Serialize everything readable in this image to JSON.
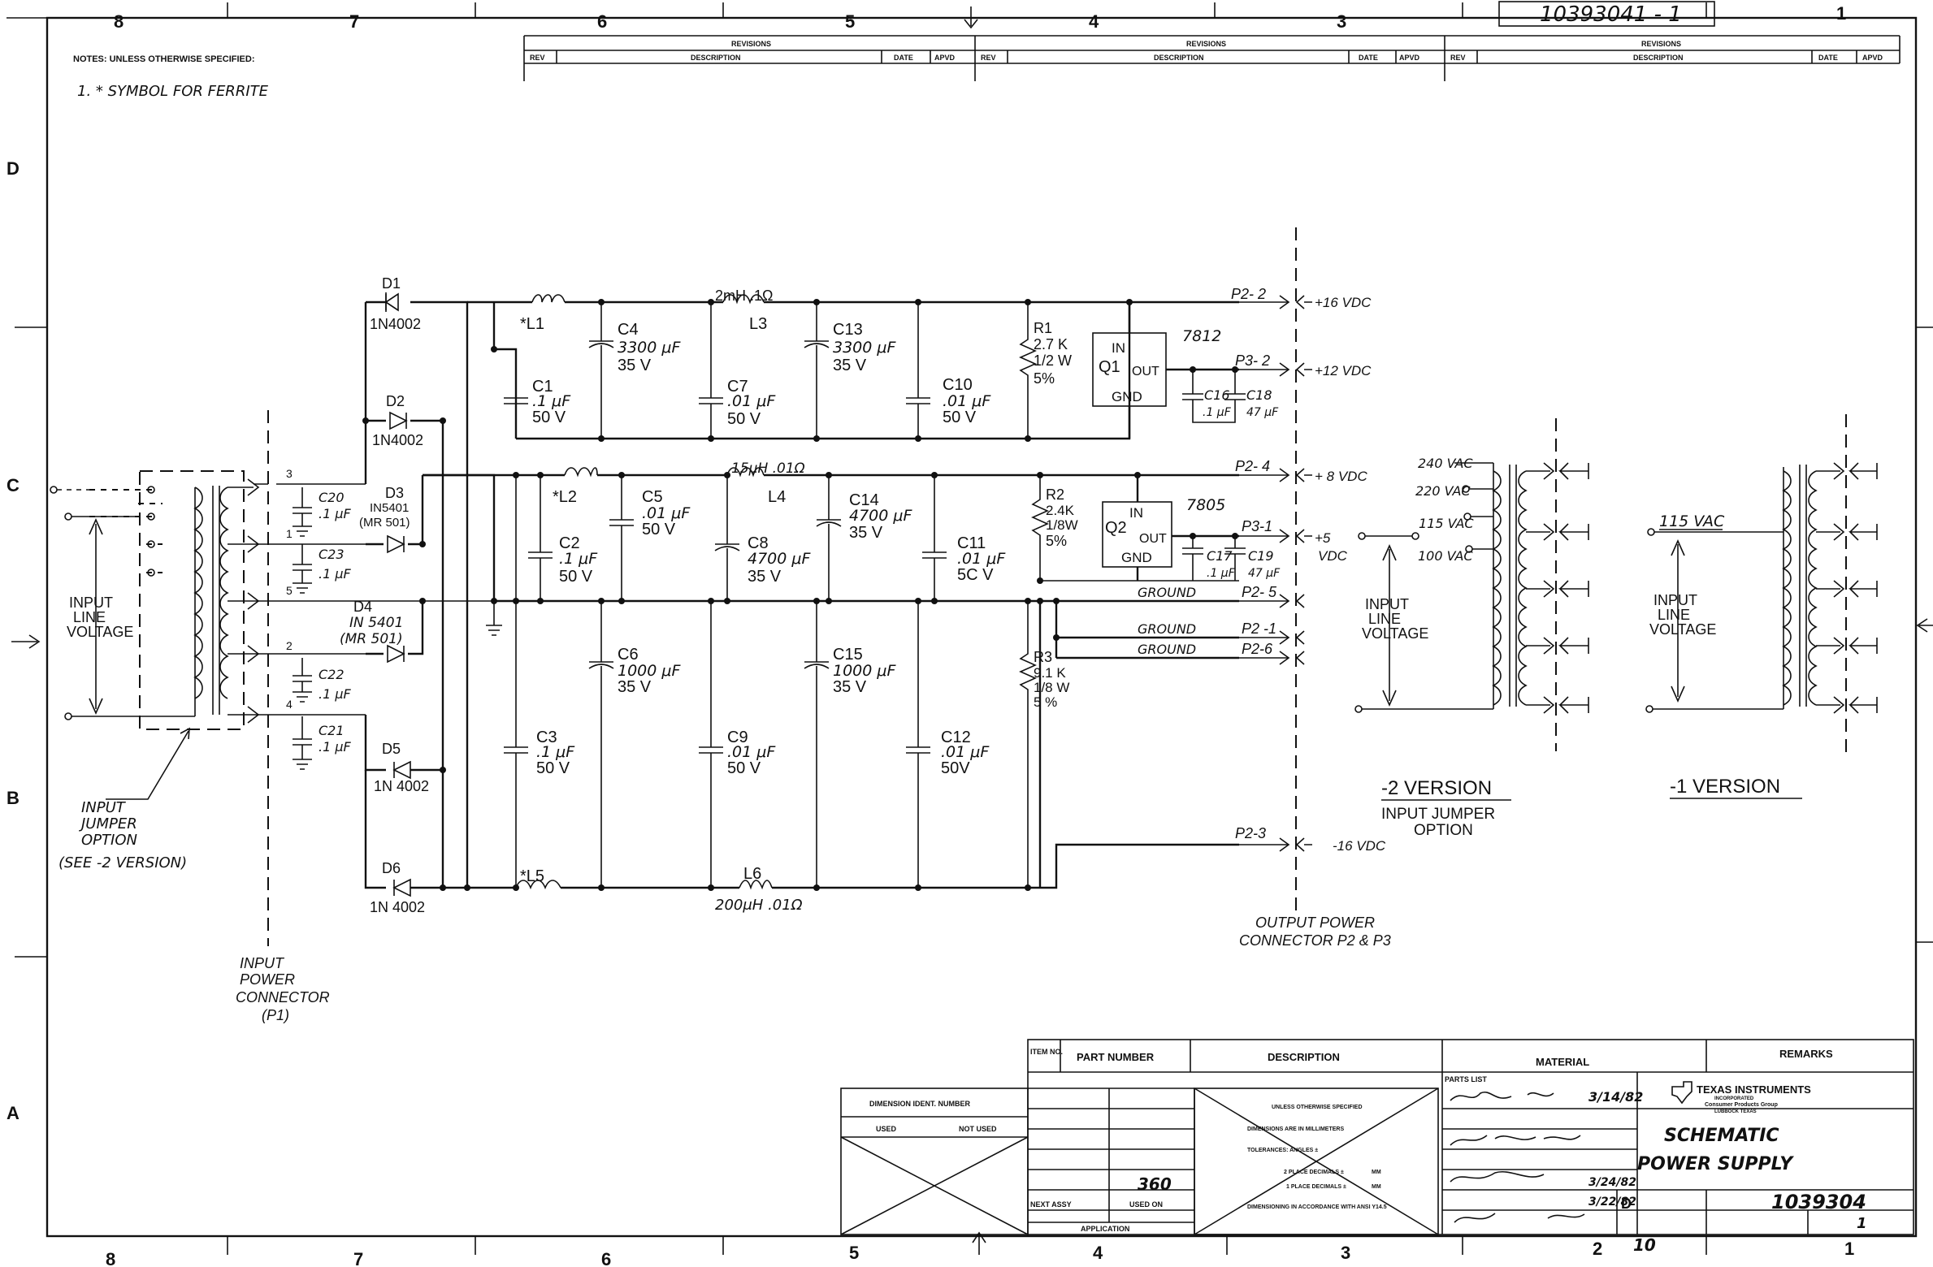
{
  "drawing": {
    "dwg_no_top": "10393041 - 1",
    "dwg_no": "1039304",
    "notes_header": "NOTES: UNLESS OTHERWISE SPECIFIED:",
    "note_1": "1.  *  SYMBOL FOR FERRITE",
    "company": "TEXAS INSTRUMENTS",
    "company_sub1": "INCORPORATED",
    "company_sub2": "Consumer Products Group",
    "company_sub3": "LUBBOCK TEXAS",
    "title_1": "SCHEMATIC",
    "title_2": "POWER  SUPPLY",
    "size": "D",
    "sheet": "1",
    "scale": "10",
    "date_1": "3/14/82",
    "date_2": "3/24/82",
    "date_3": "3/22/82",
    "next_assy": "360",
    "revisions_label": "REVISIONS",
    "rev_cols": [
      "REV",
      "DESCRIPTION",
      "DATE",
      "APVD"
    ],
    "parts_list": {
      "item_no": "ITEM NO.",
      "part_number": "PART NUMBER",
      "description": "DESCRIPTION",
      "material": "MATERIAL",
      "remarks": "REMARKS",
      "label": "PARTS LIST"
    },
    "dim_ident": "DIMENSION IDENT. NUMBER",
    "used": "USED",
    "not_used": "NOT USED",
    "next_assy_label": "NEXT ASSY",
    "used_on": "USED ON",
    "application": "APPLICATION",
    "tol_1": "UNLESS OTHERWISE SPECIFIED",
    "tol_2": "DIMENSIONS ARE IN MILLIMETERS",
    "tol_3": "TOLERANCES: ANGLES ±",
    "tol_4": "2 PLACE DECIMALS ±",
    "tol_5": "1 PLACE DECIMALS ±",
    "tol_6": "DIMENSIONING IN ACCORDANCE WITH ANSI Y14.5",
    "mm": "MM"
  },
  "grid": {
    "cols_top": [
      "8",
      "7",
      "6",
      "5",
      "4",
      "3",
      "1"
    ],
    "cols_bottom": [
      "8",
      "7",
      "6",
      "5",
      "4",
      "3",
      "2",
      "1"
    ],
    "rows": [
      "D",
      "C",
      "B",
      "A"
    ]
  },
  "components": {
    "D1": "D1",
    "D1_v": "1N4002",
    "D2": "D2",
    "D2_v": "1N4002",
    "D3": "D3",
    "D3_v": "IN5401",
    "D3_alt": "(MR 501)",
    "D4": "D4",
    "D4_v": "IN 5401",
    "D4_alt": "(MR 501)",
    "D5": "D5",
    "D5_v": "1N 4002",
    "D6": "D6",
    "D6_v": "1N 4002",
    "L1": "*L1",
    "L2": "*L2",
    "L5": "*L5",
    "L3": "L3",
    "L3_v": "2mH .1Ω",
    "L4": "L4",
    "L4_v": "15μH .01Ω",
    "L6": "L6",
    "L6_v": "200μH .01Ω",
    "C1": "C1",
    "C1_v": ".1 μF",
    "C1_r": "50 V",
    "C2": "C2",
    "C2_v": ".1 μF",
    "C2_r": "50 V",
    "C3": "C3",
    "C3_v": ".1 μF",
    "C3_r": "50 V",
    "C4": "C4",
    "C4_v": "3300 μF",
    "C4_r": "35 V",
    "C5": "C5",
    "C5_v": ".01 μF",
    "C5_r": "50 V",
    "C6": "C6",
    "C6_v": "1000 μF",
    "C6_r": "35 V",
    "C7": "C7",
    "C7_v": ".01 μF",
    "C7_r": "50 V",
    "C8": "C8",
    "C8_v": "4700 μF",
    "C8_r": "35 V",
    "C9": "C9",
    "C9_v": ".01 μF",
    "C9_r": "50 V",
    "C10": "C10",
    "C10_v": ".01 μF",
    "C10_r": "50 V",
    "C11": "C11",
    "C11_v": ".01 μF",
    "C11_r": "5C V",
    "C12": "C12",
    "C12_v": ".01 μF",
    "C12_r": "50V",
    "C13": "C13",
    "C13_v": "3300 μF",
    "C13_r": "35 V",
    "C14": "C14",
    "C14_v": "4700 μF",
    "C14_r": "35 V",
    "C15": "C15",
    "C15_v": "1000 μF",
    "C15_r": "35 V",
    "C16": "C16",
    "C16_v": ".1 μF",
    "C17": "C17",
    "C17_v": ".1 μF",
    "C18": "C18",
    "C18_v": "47 μF",
    "C19": "C19",
    "C19_v": "47 μF",
    "C20": "C20",
    "C20_v": ".1 μF",
    "C21": "C21",
    "C21_v": ".1 μF",
    "C22": "C22",
    "C22_v": ".1 μF",
    "C23": "C23",
    "C23_v": ".1 μF",
    "R1": "R1",
    "R1_v": "2.7 K",
    "R1_w": "1/2 W",
    "R1_t": "5%",
    "R2": "R2",
    "R2_v": "2.4K",
    "R2_w": "1/8W",
    "R2_t": "5%",
    "R3": "R3",
    "R3_v": "9.1 K",
    "R3_w": "1/8 W",
    "R3_t": "5 %",
    "Q1": "Q1",
    "Q1_v": "7812",
    "Q2": "Q2",
    "Q2_v": "7805",
    "reg_in": "IN",
    "reg_out": "OUT",
    "reg_gnd": "GND"
  },
  "outputs": {
    "p2_2": "P2- 2",
    "v16": "+16 VDC",
    "p3_2": "P3- 2",
    "v12": "+12 VDC",
    "p2_4": "P2- 4",
    "v8": "+ 8 VDC",
    "p3_1": "P3-1",
    "v5": "+5",
    "vdc": "VDC",
    "p2_5": "P2- 5",
    "p2_1": "P2 -1",
    "p2_6": "P2-6",
    "ground": "GROUND",
    "p2_3": "P2-3",
    "vm16": "-16 VDC"
  },
  "labels": {
    "input_line": "INPUT",
    "input_line2": "LINE",
    "input_line3": "VOLTAGE",
    "input_jumper_1": "INPUT",
    "input_jumper_2": "JUMPER",
    "input_jumper_3": "OPTION",
    "see_2": "(SEE -2 VERSION)",
    "input_conn_1": "INPUT",
    "input_conn_2": "POWER",
    "input_conn_3": "CONNECTOR",
    "input_conn_4": "(P1)",
    "output_conn_1": "OUTPUT  POWER",
    "output_conn_2": "CONNECTOR  P2 & P3",
    "v240": "240 VAC",
    "v220": "220 VAC",
    "v115": "115 VAC",
    "v100": "100 VAC",
    "ver2": "-2 VERSION",
    "ver2_sub1": "INPUT JUMPER",
    "ver2_sub2": "OPTION",
    "ver1": "-1 VERSION",
    "pin3": "3",
    "pin1": "1",
    "pin5": "5",
    "pin2": "2",
    "pin4": "4"
  }
}
